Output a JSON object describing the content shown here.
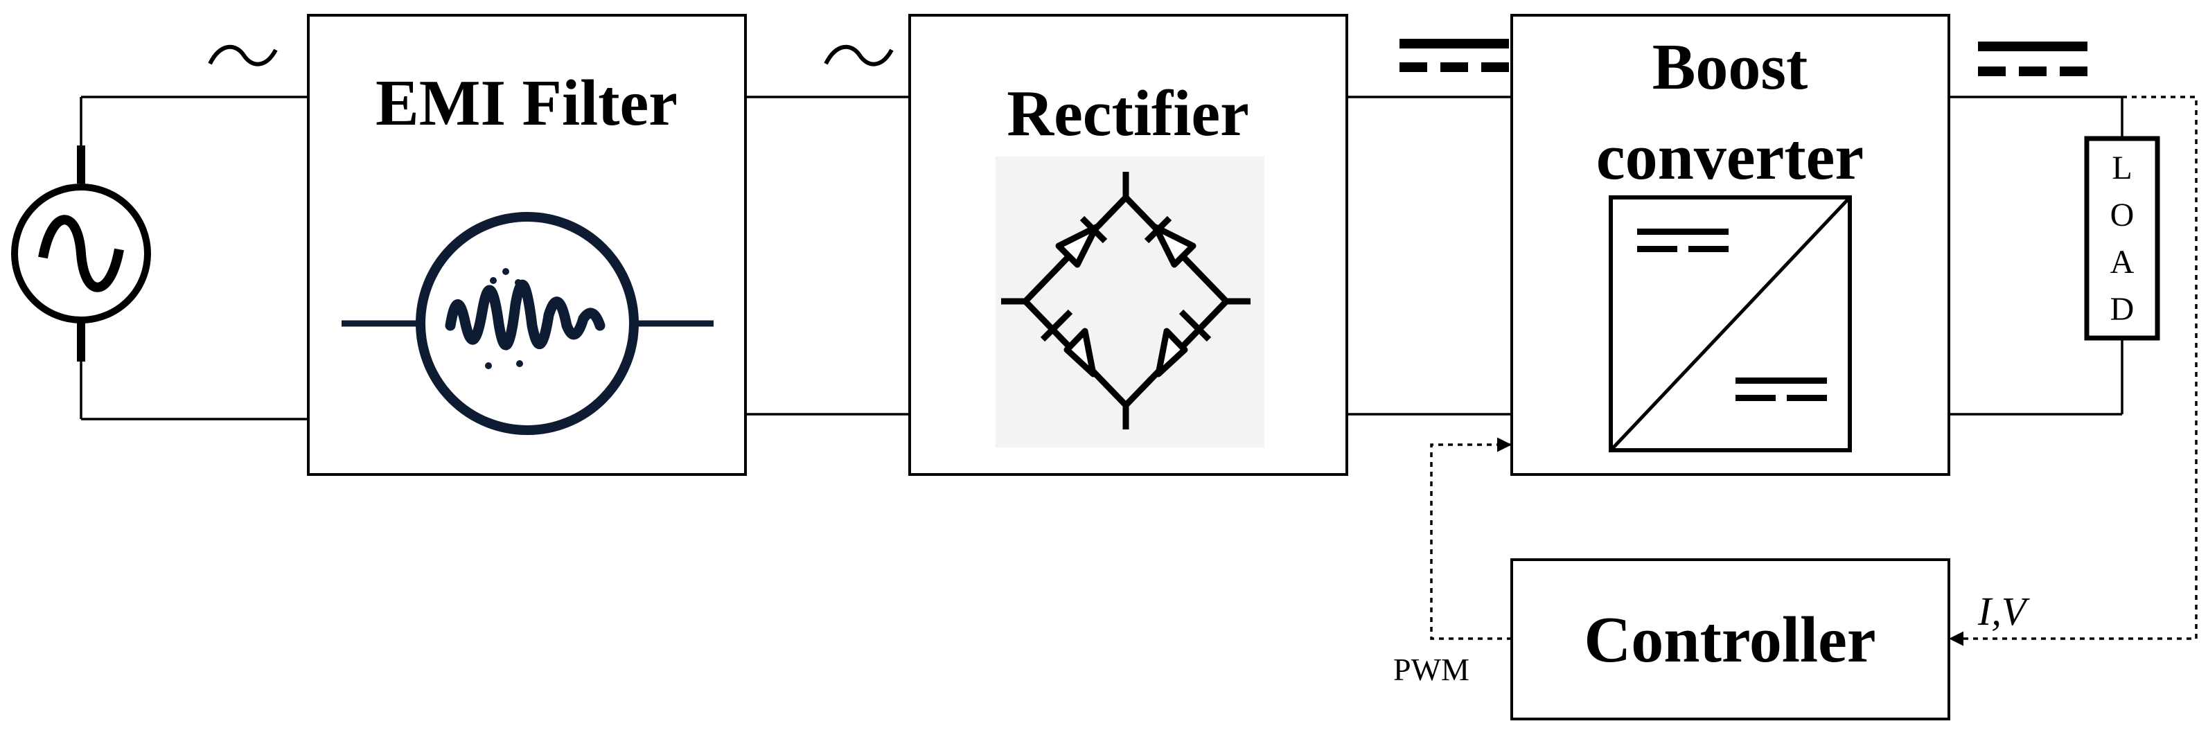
{
  "blocks": {
    "emi_filter": "EMI Filter",
    "rectifier": "Rectifier",
    "boost_line1": "Boost",
    "boost_line2": "converter",
    "controller": "Controller"
  },
  "load": [
    "L",
    "O",
    "A",
    "D"
  ],
  "signals": {
    "pwm": "PWM",
    "feedback": "I,V"
  },
  "icons": {
    "source": "ac-source-icon",
    "emi": "emi-noise-icon",
    "rectifier": "diode-bridge-icon",
    "boost": "dc-dc-converter-icon",
    "ac": "ac-symbol-icon",
    "dc": "dc-symbol-icon"
  },
  "colors": {
    "line": "#000000",
    "emi_icon": "#0d1b33",
    "rectifier_bg": "#f3f3f3"
  }
}
